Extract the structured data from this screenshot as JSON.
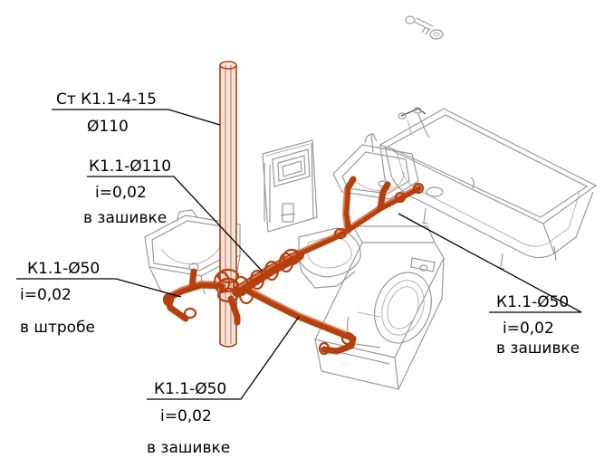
{
  "colors": {
    "pipe": "#b5400f",
    "pipe_highlight": "#e07a4c",
    "fixture_line": "#9a9a9a",
    "text": "#000000"
  },
  "labels": {
    "riser": {
      "line1": "Ст К1.1-4-15",
      "line2": "Ø110"
    },
    "main": {
      "line1": "К1.1-Ø110",
      "line2": "i=0,02",
      "line3": "в зашивке"
    },
    "sink_left": {
      "line1": "К1.1-Ø50",
      "line2": "i=0,02",
      "line3": "в штробе"
    },
    "bath_right": {
      "line1": "К1.1-Ø50",
      "line2": "i=0,02",
      "line3": "в зашивке"
    },
    "washer": {
      "line1": "К1.1-Ø50",
      "line2": "i=0,02",
      "line3": "в зашивке"
    }
  },
  "fixtures": {
    "items": [
      "sink-left",
      "wc-installation",
      "wash-basin",
      "bathtub",
      "washing-machine",
      "towel-hook"
    ]
  }
}
